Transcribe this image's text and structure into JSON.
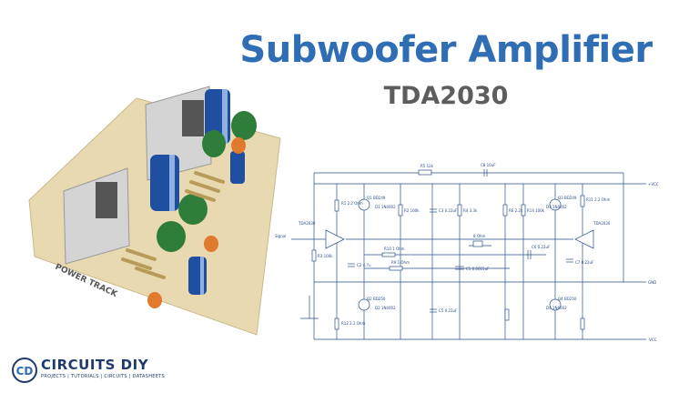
{
  "header": {
    "title": "Subwoofer Amplifier",
    "subtitle": "TDA2030"
  },
  "colors": {
    "title": "#2f6db5",
    "subtitle": "#5d5d5d",
    "wire": "#2a4f8c",
    "pcb": "#e8d9b0",
    "capacitor_green": "#2e7d3a",
    "capacitor_blue": "#1f4fa0"
  },
  "board": {
    "silkscreen": "POWER TRACK"
  },
  "schematic": {
    "input_label": "Signal",
    "rails": {
      "top": "+VCC",
      "mid": "GND",
      "bottom": "-VCC"
    },
    "left_ic": "TDA2030",
    "right_ic": "TDA2030",
    "components": {
      "r_top_feedback": "R5\n12k",
      "c_top_feedback": "C8\n10uF",
      "r1": "R1\n2.2 Ohm",
      "r2": "R2\n100k",
      "c3": "C3\n0.22uF",
      "r4": "R4\n3.3k",
      "r3": "R3\n100k",
      "c2": "C2\n4.7u",
      "r10": "R10\n1 Ohm",
      "r9": "R9\n1 Ohm",
      "c1": "C1\n0.0015uF",
      "r6": "R6\n2.2k",
      "r14": "R14\n100k",
      "c6": "C6\n0.22uF",
      "speaker": "8 Ohm",
      "c7": "C7\n0.22uF",
      "r11": "R11\n2.2 Ohm",
      "r12": "R12\n2.2 Ohm",
      "q1": "Q1\nBD249",
      "d1": "D1\n1N4002",
      "q2": "Q2\nBD250",
      "d2": "D2\n1N4002",
      "q3": "Q3\nBD249",
      "d3": "D3\n1N4002",
      "q4": "Q4\nBD250",
      "d4": "D4\n1N4002",
      "c5": "C5\n0.22uF"
    }
  },
  "logo": {
    "name": "CIRCUITS DIY",
    "tagline": "PROJECTS | TUTORIALS | CIRCUITS | DATASHEETS",
    "mark_letters": "CD"
  }
}
